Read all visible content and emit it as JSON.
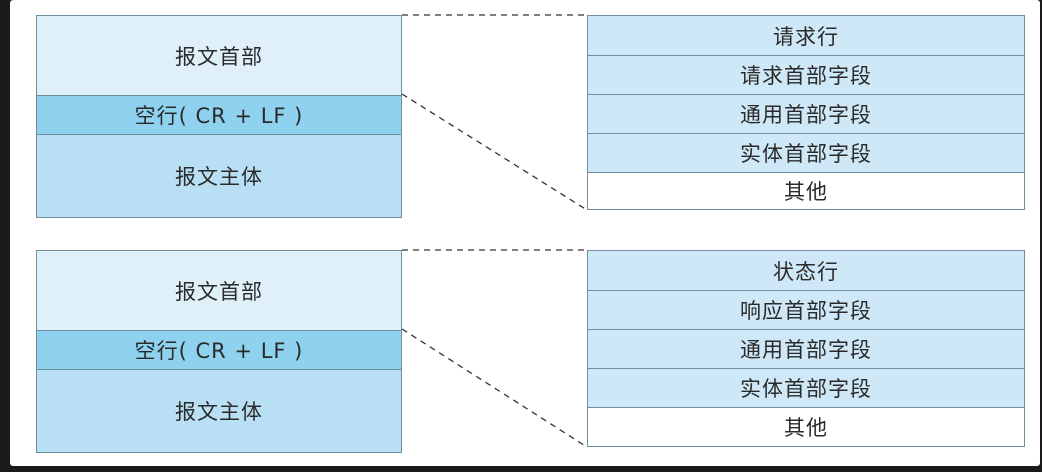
{
  "request": {
    "message": {
      "header": "报文首部",
      "blank_line": "空行( CR + LF )",
      "body": "报文主体"
    },
    "detail": [
      "请求行",
      "请求首部字段",
      "通用首部字段",
      "实体首部字段",
      "其他"
    ]
  },
  "response": {
    "message": {
      "header": "报文首部",
      "blank_line": "空行( CR + LF )",
      "body": "报文主体"
    },
    "detail": [
      "状态行",
      "响应首部字段",
      "通用首部字段",
      "实体首部字段",
      "其他"
    ]
  },
  "colors": {
    "header_bg": "#dff0f9",
    "blank_line_bg": "#8fd2ef",
    "body_bg": "#b9dff4",
    "detail_bg": "#cfe8f7",
    "other_bg": "#ffffff",
    "border": "#6f8f9f"
  }
}
